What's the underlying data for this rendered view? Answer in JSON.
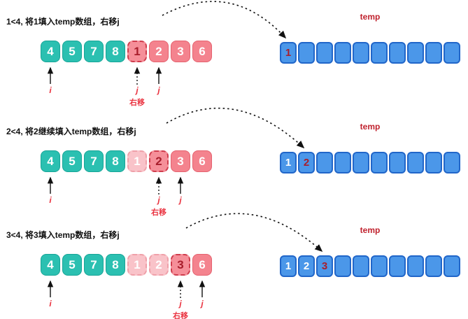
{
  "colors": {
    "teal_cell": "#2bc0b1",
    "pink_cell": "#f4838e",
    "ghost_cell": "#f9c3c9",
    "blue_cell": "#4b97e9",
    "new_number_red": "#a81e2c",
    "pointer_red": "#ea3340",
    "temp_label_red": "#c0222e"
  },
  "sections": [
    {
      "heading": "1<4, 将1填入temp数组，右移j",
      "temp_label": "temp",
      "pointers": {
        "i": "i",
        "j_old": "j",
        "j_new": "j",
        "shift": "右移"
      },
      "left_cells": [
        {
          "v": "4",
          "cls": "cell teal"
        },
        {
          "v": "5",
          "cls": "cell teal"
        },
        {
          "v": "7",
          "cls": "cell teal"
        },
        {
          "v": "8",
          "cls": "cell teal"
        },
        {
          "v": "1",
          "cls": "cell active"
        },
        {
          "v": "2",
          "cls": "cell pink"
        },
        {
          "v": "3",
          "cls": "cell pink"
        },
        {
          "v": "6",
          "cls": "cell pink"
        }
      ],
      "temp_cells": [
        {
          "v": "1",
          "cls": "tcell tnew"
        },
        {
          "v": "",
          "cls": "tcell"
        },
        {
          "v": "",
          "cls": "tcell"
        },
        {
          "v": "",
          "cls": "tcell"
        },
        {
          "v": "",
          "cls": "tcell"
        },
        {
          "v": "",
          "cls": "tcell"
        },
        {
          "v": "",
          "cls": "tcell"
        },
        {
          "v": "",
          "cls": "tcell"
        },
        {
          "v": "",
          "cls": "tcell"
        },
        {
          "v": "",
          "cls": "tcell"
        }
      ]
    },
    {
      "heading": "2<4, 将2继续填入temp数组，右移j",
      "temp_label": "temp",
      "pointers": {
        "i": "i",
        "j_old": "j",
        "j_new": "j",
        "shift": "右移"
      },
      "left_cells": [
        {
          "v": "4",
          "cls": "cell teal"
        },
        {
          "v": "5",
          "cls": "cell teal"
        },
        {
          "v": "7",
          "cls": "cell teal"
        },
        {
          "v": "8",
          "cls": "cell teal"
        },
        {
          "v": "1",
          "cls": "cell ghost"
        },
        {
          "v": "2",
          "cls": "cell active"
        },
        {
          "v": "3",
          "cls": "cell pink"
        },
        {
          "v": "6",
          "cls": "cell pink"
        }
      ],
      "temp_cells": [
        {
          "v": "1",
          "cls": "tcell told"
        },
        {
          "v": "2",
          "cls": "tcell tnew"
        },
        {
          "v": "",
          "cls": "tcell"
        },
        {
          "v": "",
          "cls": "tcell"
        },
        {
          "v": "",
          "cls": "tcell"
        },
        {
          "v": "",
          "cls": "tcell"
        },
        {
          "v": "",
          "cls": "tcell"
        },
        {
          "v": "",
          "cls": "tcell"
        },
        {
          "v": "",
          "cls": "tcell"
        },
        {
          "v": "",
          "cls": "tcell"
        }
      ]
    },
    {
      "heading": "3<4, 将3填入temp数组，右移j",
      "temp_label": "temp",
      "pointers": {
        "i": "i",
        "j_old": "j",
        "j_new": "j",
        "shift": "右移"
      },
      "left_cells": [
        {
          "v": "4",
          "cls": "cell teal"
        },
        {
          "v": "5",
          "cls": "cell teal"
        },
        {
          "v": "7",
          "cls": "cell teal"
        },
        {
          "v": "8",
          "cls": "cell teal"
        },
        {
          "v": "1",
          "cls": "cell ghost"
        },
        {
          "v": "2",
          "cls": "cell ghost"
        },
        {
          "v": "3",
          "cls": "cell active"
        },
        {
          "v": "6",
          "cls": "cell pink"
        }
      ],
      "temp_cells": [
        {
          "v": "1",
          "cls": "tcell told"
        },
        {
          "v": "2",
          "cls": "tcell told"
        },
        {
          "v": "3",
          "cls": "tcell tnew"
        },
        {
          "v": "",
          "cls": "tcell"
        },
        {
          "v": "",
          "cls": "tcell"
        },
        {
          "v": "",
          "cls": "tcell"
        },
        {
          "v": "",
          "cls": "tcell"
        },
        {
          "v": "",
          "cls": "tcell"
        },
        {
          "v": "",
          "cls": "tcell"
        },
        {
          "v": "",
          "cls": "tcell"
        }
      ]
    }
  ]
}
